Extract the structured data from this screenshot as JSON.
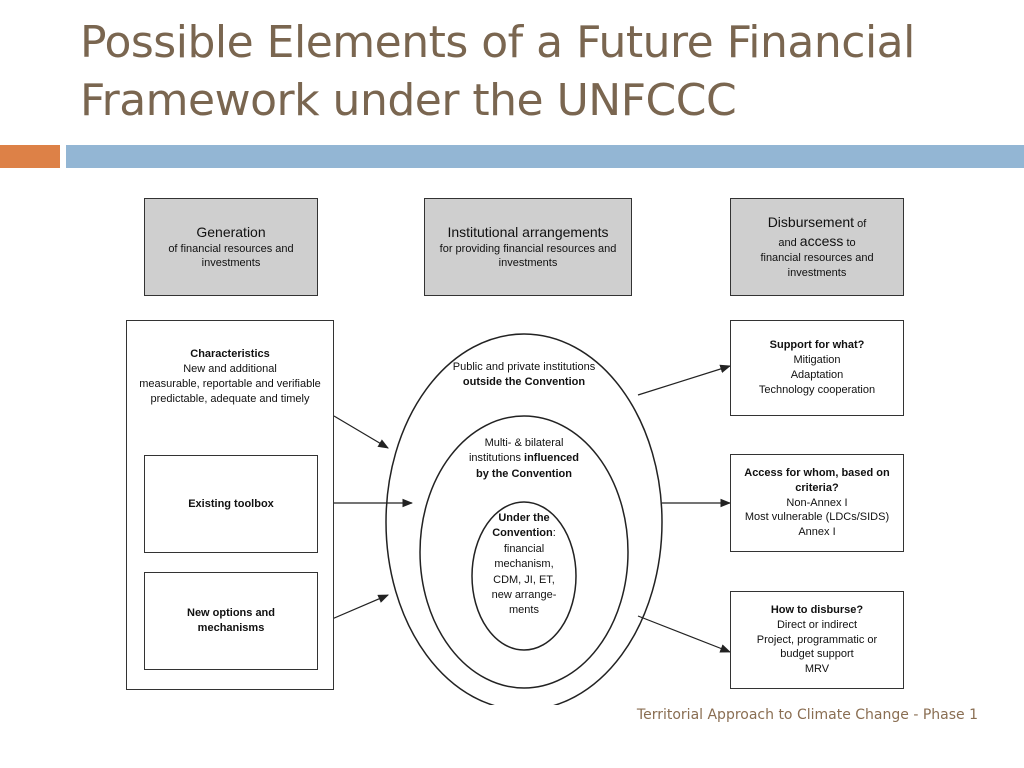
{
  "slide": {
    "title": "Possible Elements of a Future Financial Framework under the UNFCCC",
    "footer": "Territorial Approach to Climate Change - Phase 1"
  },
  "diagram": {
    "generation": {
      "heading": "Generation",
      "sub": "of financial resources and investments"
    },
    "institutional": {
      "heading": "Institutional arrangements",
      "sub": "for providing financial resources and investments"
    },
    "disbursement": {
      "heading": "Disbursement",
      "of": "of",
      "and": "and",
      "access": "access",
      "to": "to",
      "sub": "financial resources and investments"
    },
    "characteristics": {
      "heading": "Characteristics",
      "lines": [
        "New and additional",
        "measurable, reportable and verifiable",
        "predictable, adequate and timely"
      ]
    },
    "existing_toolbox": "Existing toolbox",
    "new_options": "New options and mechanisms",
    "outer_ellipse": {
      "line1": "Public and private institutions",
      "line2": "outside the Convention"
    },
    "middle_ellipse": {
      "line1": "Multi- & bilateral",
      "line2a": "institutions",
      "line2b": "influenced",
      "line3": "by the Convention"
    },
    "inner_ellipse": {
      "heading1": "Under the",
      "heading2": "Convention",
      "colon": ":",
      "lines": [
        "financial",
        "mechanism,",
        "CDM, JI, ET,",
        "new arrange-",
        "ments"
      ]
    },
    "support": {
      "heading": "Support for what?",
      "lines": [
        "Mitigation",
        "Adaptation",
        "Technology cooperation"
      ]
    },
    "access_whom": {
      "heading": "Access for whom, based on criteria?",
      "lines": [
        "Non-Annex I",
        "Most vulnerable (LDCs/SIDS)",
        "Annex I"
      ]
    },
    "how_disburse": {
      "heading": "How to disburse?",
      "lines": [
        "Direct or indirect",
        "Project, programmatic or",
        "budget support",
        "MRV"
      ]
    }
  },
  "colors": {
    "title": "#7a6650",
    "accent_orange": "#dd8147",
    "accent_blue": "#93b6d4",
    "header_box_fill": "#cfcfcf"
  }
}
